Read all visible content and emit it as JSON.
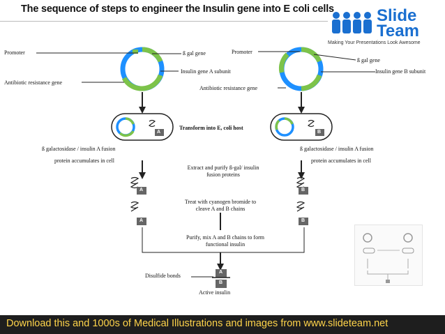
{
  "title": "The sequence of steps to engineer the Insulin gene into E coli cells",
  "logo": {
    "line1": "Slide",
    "line2": "Team",
    "tagline": "Making Your Presentations Look Awesome",
    "color": "#1a6fd0"
  },
  "labels": {
    "promoter_left": "Promoter",
    "beta_gal_left": "ß gal gene",
    "insulin_a": "Insulin gene A subunit",
    "antibiotic_left": "Antibiotic resistance gene",
    "promoter_right": "Promoter",
    "beta_gal_right": "ß gal gene",
    "insulin_b": "Insulin gene B subunit",
    "antibiotic_right": "Antibiotic resistance gene",
    "fusion_left_1": "ß galactosidase / insulin A fusion",
    "fusion_left_2": "protein accumulates in cell",
    "fusion_right_1": "ß galactosidase / insulin A fusion",
    "fusion_right_2": "protein accumulates in cell",
    "disulfide": "Disulfide bonds",
    "active": "Active insulin",
    "chip_a": "A",
    "chip_b": "B"
  },
  "steps": {
    "transform": "Transform into E, coli host",
    "extract_1": "Extract and purify ß-gal/ insulin",
    "extract_2": "fusion proteins",
    "cyanogen_1": "Treat with cyanogen bromide to",
    "cyanogen_2": "cleave A and B chains",
    "purify_1": "Purify, mix A and B chains to form",
    "purify_2": "functional insulin"
  },
  "footer": "Download this and 1000s of Medical Illustrations and images from www.slideteam.net",
  "colors": {
    "ring_blue": "#1e90ff",
    "ring_green": "#7dc34a",
    "footer_bg": "#1e1e1e",
    "footer_text": "#ffd44a"
  }
}
